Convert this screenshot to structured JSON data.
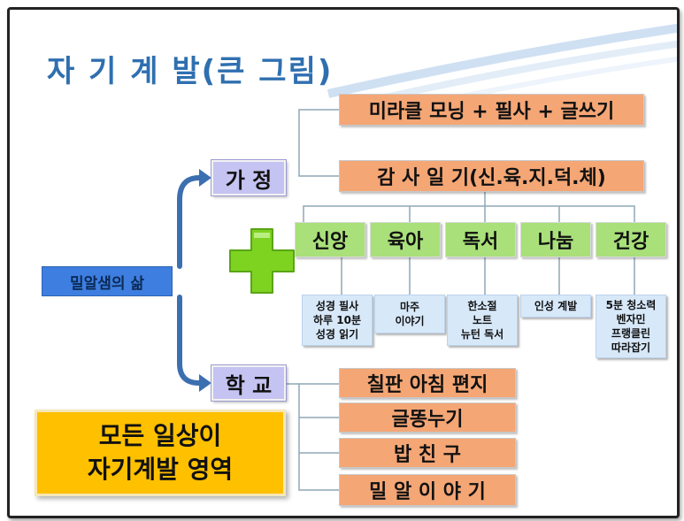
{
  "title": "자 기 계 발(큰 그림)",
  "root": "밀알샘의 삶",
  "branches": {
    "home": {
      "label": "가 정",
      "items": [
        "미라클 모닝 + 필사 + 글쓰기",
        "감 사 일 기(신.육.지.덕.체)"
      ]
    },
    "school": {
      "label": "학 교",
      "items": [
        "칠판 아침 편지",
        "글똥누기",
        "밥 친 구",
        "밀 알 이 야 기"
      ]
    }
  },
  "categories": [
    {
      "label": "신앙",
      "details": [
        "성경 필사",
        "하루 10분",
        "성경 읽기"
      ]
    },
    {
      "label": "육아",
      "details": [
        "마주",
        "이야기"
      ]
    },
    {
      "label": "독서",
      "details": [
        "한소절",
        "노트",
        "뉴턴 독서"
      ]
    },
    {
      "label": "나눔",
      "details": [
        "인성 계발"
      ]
    },
    {
      "label": "건강",
      "details": [
        "5분 청소력",
        "벤자민",
        "프랭클린",
        "따라잡기"
      ]
    }
  ],
  "summary": [
    "모든 일상이",
    "자기계발 영역"
  ],
  "colors": {
    "title": "#2f6fb0",
    "orange": "#f4a675",
    "lavender": "#c5c3f1",
    "green": "#a9e07a",
    "light_blue": "#d7e8f9",
    "root_blue": "#3d7ee0",
    "yellow": "#ffc000",
    "plus_green": "#7ed321"
  },
  "icons": {
    "plus": "plus-icon",
    "arrows": "curved-arrow-icon"
  }
}
